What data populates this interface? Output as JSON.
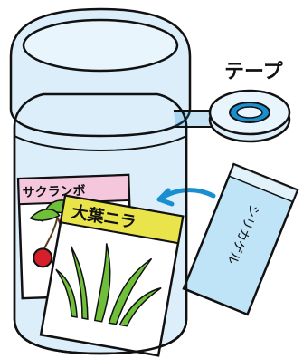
{
  "illustration": {
    "tape_label": "テープ",
    "packet_cherry_label": "サクランボ",
    "packet_chive_label": "大葉ニラ",
    "silica_label": "シリカゲル",
    "colors": {
      "jar_fill": "#dbeefa",
      "jar_outline": "#111111",
      "tape_blue": "#1a8fd0",
      "arrow_blue": "#1a8fd0",
      "silica_fill": "#bfe3f7",
      "chive_label_fill": "#e8e44a",
      "cherry_label_fill": "#f4c7dc",
      "cherry_red": "#d51f2b",
      "leaf_green": "#6fbf3b"
    }
  }
}
